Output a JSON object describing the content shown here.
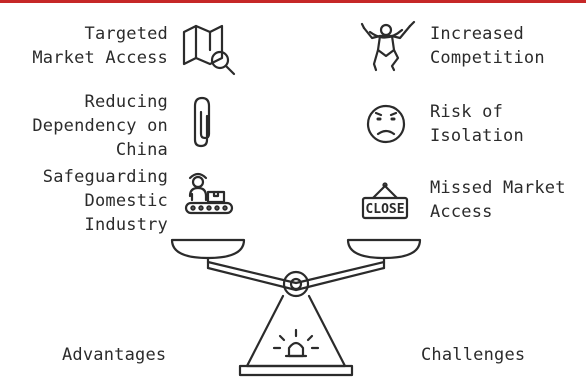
{
  "advantages": {
    "title": "Advantages",
    "items": [
      {
        "line1": "Targeted",
        "line2": "Market Access",
        "icon": "map-search-icon"
      },
      {
        "line1": "Reducing",
        "line2": "Dependency on",
        "line3": "China",
        "icon": "paperclip-icon"
      },
      {
        "line1": "Safeguarding",
        "line2": "Domestic",
        "line3": "Industry",
        "icon": "factory-worker-icon"
      }
    ]
  },
  "challenges": {
    "title": "Challenges",
    "items": [
      {
        "line1": "Increased",
        "line2": "Competition",
        "icon": "competition-figure-icon"
      },
      {
        "line1": "Risk of",
        "line2": "Isolation",
        "icon": "worried-face-icon"
      },
      {
        "line1": "Missed Market",
        "line2": "Access",
        "icon": "closed-sign-icon",
        "sign_text": "CLOSE"
      }
    ]
  },
  "colors": {
    "accent_bar": "#c62828",
    "stroke": "#2b2b2b"
  }
}
